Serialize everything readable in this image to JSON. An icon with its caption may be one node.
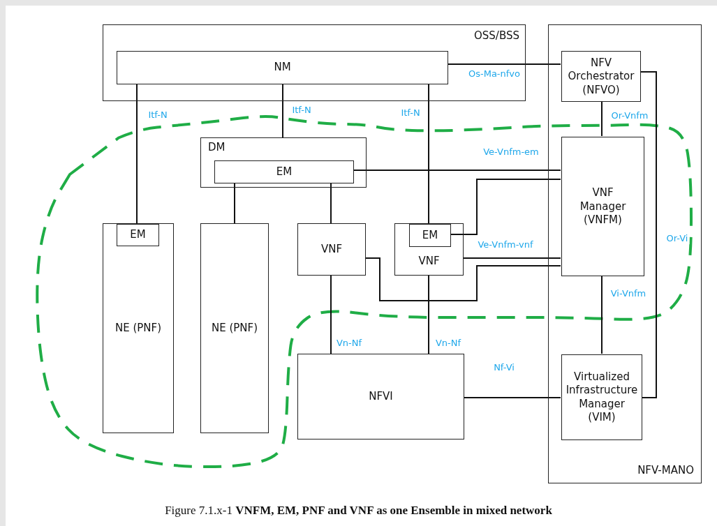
{
  "diagram": {
    "caption": "Figure 7.1.x-1 **VNFM, EM, PNF and VNF as one Ensemble in mixed network**",
    "nodes": [
      {
        "text": [
          "OSS/BSS"
        ]
      },
      {
        "text": [
          "NM"
        ],
        "in": 0
      },
      {
        "text": [
          "NFV-MANO"
        ]
      },
      {
        "text": [
          "NFV Orchestrator (NFVO)"
        ],
        "in": 2
      },
      {
        "text": [
          "DM"
        ]
      },
      {
        "text": [
          "EM"
        ],
        "in": 4
      },
      {
        "text": [
          "VNF Manager (VNFM)"
        ],
        "in": 2
      },
      {
        "text": [
          "NE (PNF)"
        ]
      },
      {
        "text": [
          "EM"
        ],
        "in": 7
      },
      {
        "text": [
          "NE (PNF)"
        ]
      },
      {
        "text": [
          "VNF"
        ]
      },
      {
        "text": [
          "VNF"
        ]
      },
      {
        "text": [
          "EM"
        ],
        "in": 11
      },
      {
        "text": [
          "NFVI"
        ]
      },
      {
        "text": [
          "Virtualized Infrastructure Manager (VIM)"
        ],
        "in": 2
      }
    ],
    "edges": [
      {
        "from": 1,
        "to": 8,
        "arrow": "none",
        "label": "Itf-N"
      },
      {
        "from": 1,
        "to": 4,
        "arrow": "none",
        "label": "Itf-N"
      },
      {
        "from": 1,
        "to": 12,
        "arrow": "none",
        "label": "Itf-N"
      },
      {
        "from": 1,
        "to": 3,
        "arrow": "none",
        "label": "Os-Ma-nfvo"
      },
      {
        "from": 3,
        "to": 6,
        "arrow": "none",
        "label": "Or-Vnfm"
      },
      {
        "from": 3,
        "to": 14,
        "arrow": "none",
        "label": "Or-Vi"
      },
      {
        "from": 5,
        "to": 6,
        "arrow": "none",
        "label": "Ve-Vnfm-em"
      },
      {
        "from": 5,
        "to": 9,
        "arrow": "none"
      },
      {
        "from": 5,
        "to": 10,
        "arrow": "none"
      },
      {
        "from": 12,
        "to": 6,
        "arrow": "none"
      },
      {
        "from": 11,
        "to": 6,
        "arrow": "none",
        "label": "Ve-Vnfm-vnf"
      },
      {
        "from": 10,
        "to": 6,
        "arrow": "none"
      },
      {
        "from": 6,
        "to": 14,
        "arrow": "none",
        "label": "Vi-Vnfm"
      },
      {
        "from": 10,
        "to": 13,
        "arrow": "none",
        "label": "Vn-Nf"
      },
      {
        "from": 11,
        "to": 13,
        "arrow": "none",
        "label": "Vn-Nf"
      },
      {
        "from": 13,
        "to": 14,
        "arrow": "none",
        "label": "Nf-Vi"
      }
    ]
  }
}
